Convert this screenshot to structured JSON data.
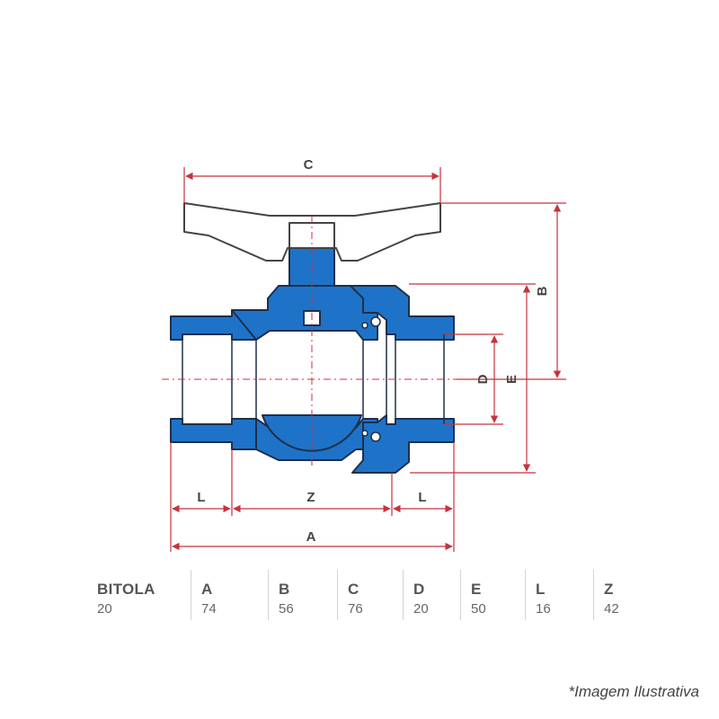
{
  "diagram": {
    "labels": {
      "a": "A",
      "b": "B",
      "c": "C",
      "d": "D",
      "e": "E",
      "l_left": "L",
      "l_right": "L",
      "z": "Z"
    },
    "colors": {
      "body": "#1e73c8",
      "body_outline": "#1f2f4a",
      "dimension": "#c8323c",
      "handle": "#ffffff",
      "handle_outline": "#444444"
    }
  },
  "specs": {
    "columns": [
      {
        "header": "BITOLA",
        "value": "20"
      },
      {
        "header": "A",
        "value": "74"
      },
      {
        "header": "B",
        "value": "56"
      },
      {
        "header": "C",
        "value": "76"
      },
      {
        "header": "D",
        "value": "20"
      },
      {
        "header": "E",
        "value": "50"
      },
      {
        "header": "L",
        "value": "16"
      },
      {
        "header": "Z",
        "value": "42"
      }
    ]
  },
  "footnote": "*Imagem Ilustrativa"
}
